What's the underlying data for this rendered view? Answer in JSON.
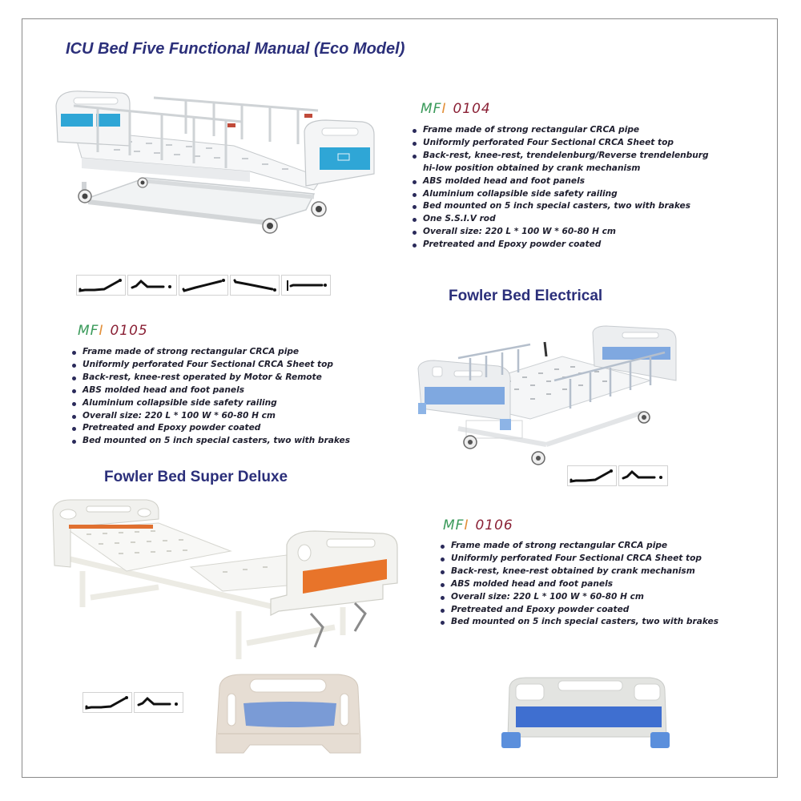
{
  "page": {
    "main_title": "ICU Bed Five Functional Manual (Eco Model)",
    "colors": {
      "title": "#2b2f7a",
      "model_prefix_green": "#3a9a5a",
      "model_prefix_orange": "#e3903a",
      "model_number": "#8a2035",
      "spec_text": "#1e1e2e",
      "frame_border": "#8a8a8a",
      "panel_blue_icu": "#2fa6d6",
      "panel_blue_electric": "#7fa8e0",
      "panel_orange_deluxe": "#e8742a"
    }
  },
  "products": [
    {
      "section_title": "",
      "model_prefix_a": "MF",
      "model_prefix_b": "I",
      "model_number": "0104",
      "image": "icu-bed-manual-photo",
      "position_icons": [
        "flat-with-backrest-raised",
        "knee-break",
        "trendelenburg",
        "reverse-trendelenburg",
        "flat-with-iv-rod"
      ],
      "specs": [
        "Frame made of strong rectangular CRCA pipe",
        "Uniformly perforated Four Sectional CRCA Sheet top",
        "Back-rest, knee-rest, trendelenburg/Reverse trendelenburg",
        "hi-low position obtained by crank mechanism",
        "ABS molded head and foot panels",
        "Aluminium collapsible side safety railing",
        "Bed mounted on 5 inch special casters, two with brakes",
        "One S.S.I.V rod",
        "Overall size: 220 L * 100 W * 60-80 H cm",
        "Pretreated and Epoxy powder coated"
      ]
    },
    {
      "section_title": "Fowler Bed Electrical",
      "model_prefix_a": "MF",
      "model_prefix_b": "I",
      "model_number": "0105",
      "image": "fowler-bed-electrical-photo",
      "position_icons": [
        "flat-with-backrest-raised",
        "knee-break"
      ],
      "specs": [
        "Frame made of strong rectangular CRCA pipe",
        "Uniformly perforated Four Sectional CRCA Sheet top",
        "Back-rest, knee-rest operated by Motor & Remote",
        "ABS molded head and foot panels",
        "Aluminium collapsible side safety railing",
        "Overall size: 220 L * 100 W * 60-80 H cm",
        "Pretreated and Epoxy powder coated",
        "Bed mounted on 5 inch special casters, two with brakes"
      ]
    },
    {
      "section_title": "Fowler Bed Super Deluxe",
      "model_prefix_a": "MF",
      "model_prefix_b": "I",
      "model_number": "0106",
      "image": "fowler-bed-super-deluxe-photo",
      "position_icons": [
        "flat-with-backrest-raised",
        "knee-break"
      ],
      "specs": [
        "Frame made of strong rectangular CRCA pipe",
        "Uniformly perforated Four Sectional CRCA Sheet top",
        "Back-rest, knee-rest obtained by crank mechanism",
        "ABS molded head and foot panels",
        "Overall size: 220 L * 100 W * 60-80 H cm",
        "Pretreated and Epoxy powder coated",
        "Bed mounted on 5 inch special casters, two with brakes"
      ]
    }
  ],
  "extras": [
    {
      "image": "beige-head-panel-photo"
    },
    {
      "image": "grey-head-panel-with-blue-corners-photo"
    }
  ]
}
